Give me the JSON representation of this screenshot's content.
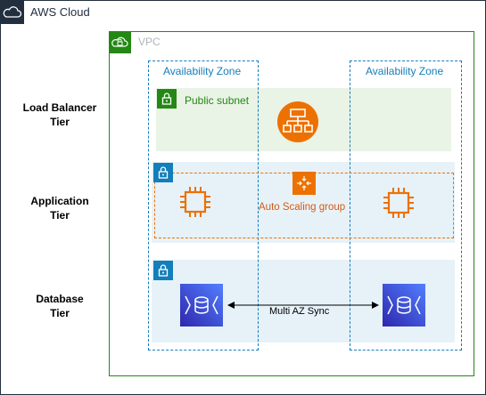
{
  "diagram": {
    "aws_cloud": {
      "title": "AWS Cloud",
      "icon": "aws-cloud-icon",
      "border_color": "#232f3e"
    },
    "vpc": {
      "title": "VPC",
      "icon": "vpc-cloud-lock-icon",
      "border_color": "#248814"
    },
    "availability_zones": {
      "left_label": "Availability Zone",
      "right_label": "Availability Zone",
      "color": "#147eba"
    },
    "tiers": {
      "load_balancer": {
        "line1": "Load Balancer",
        "line2": "Tier"
      },
      "application": {
        "line1": "Application",
        "line2": "Tier"
      },
      "database": {
        "line1": "Database",
        "line2": "Tier"
      }
    },
    "public_subnet": {
      "label": "Public subnet",
      "icon": "public-subnet-lock-icon",
      "fill": "#e9f3e6",
      "color": "#248814"
    },
    "private_subnet": {
      "icon": "private-subnet-lock-icon",
      "fill": "#e6f2f8",
      "color": "#147eba"
    },
    "load_balancer": {
      "icon": "elastic-load-balancer-icon",
      "color": "#ed7100"
    },
    "auto_scaling_group": {
      "label": "Auto Scaling group",
      "icon": "auto-scaling-group-icon",
      "color": "#ed7100"
    },
    "ec2_instances": {
      "icon": "ec2-instance-chip-icon",
      "count": 2,
      "color": "#ed7100"
    },
    "databases": {
      "icon": "rds-database-icon",
      "count": 2,
      "color": "#3b48cc"
    },
    "sync": {
      "label": "Multi AZ Sync"
    }
  }
}
